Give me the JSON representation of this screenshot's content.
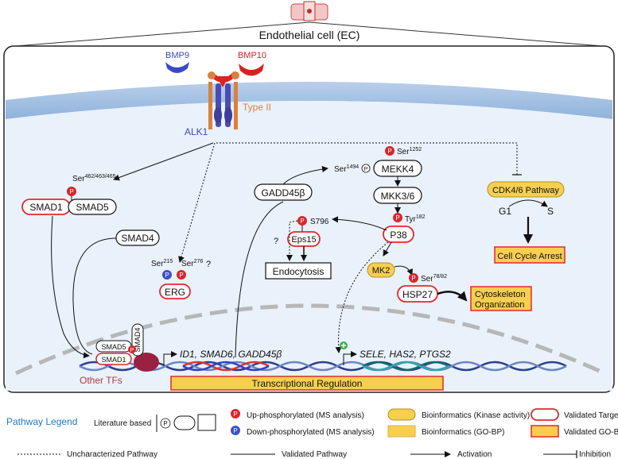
{
  "header": {
    "title": "Endothelial cell (EC)"
  },
  "membrane": {
    "ligand1": "BMP9",
    "ligand2": "BMP10",
    "receptor_type2": "Type II",
    "receptor_alk1": "ALK1"
  },
  "nodes": {
    "smad1": "SMAD1",
    "smad5": "SMAD5",
    "smad_site": "Ser",
    "smad_site_sup": "462/463/465",
    "smad4": "SMAD4",
    "erg": "ERG",
    "erg_site1": "Ser",
    "erg_site1_sup": "215",
    "erg_site2": "Ser",
    "erg_site2_sup": "276",
    "erg_q": "?",
    "gadd45b": "GADD45β",
    "mekk4": "MEKK4",
    "mekk4_site1": "Ser",
    "mekk4_site1_sup": "1252",
    "mekk4_site2": "Ser",
    "mekk4_site2_sup": "1494",
    "mkk36": "MKK3/6",
    "p38": "P38",
    "p38_site": "Tyr",
    "p38_site_sup": "182",
    "eps15": "Eps15",
    "eps15_site": "S796",
    "eps15_q": "?",
    "endocytosis": "Endocytosis",
    "mk2": "MK2",
    "hsp27": "HSP27",
    "hsp27_site": "Ser",
    "hsp27_site_sup": "78/82",
    "cytoskeleton_line1": "Cytoskeleton",
    "cytoskeleton_line2": "Organization",
    "cdk46": "CDK4/6 Pathway",
    "g1": "G1",
    "s": "S",
    "cell_cycle_arrest": "Cell Cycle Arrest"
  },
  "nucleus": {
    "complex_smad5": "SMAD5",
    "complex_smad1": "SMAD1",
    "complex_smad4": "SMAD4",
    "genes1": "ID1, SMAD6, GADD45β",
    "genes2": "SELE, HAS2, PTGS2",
    "other_tfs": "Other TFs",
    "transcriptional_regulation": "Transcriptional Regulation"
  },
  "legend": {
    "title": "Pathway Legend",
    "literature": "Literature based",
    "up": "Up-phosphorylated (MS analysis)",
    "down": "Down-phosphorylated (MS analysis)",
    "bio_kinase": "Bioinformatics (Kinase activity)",
    "bio_go": "Bioinformatics (GO-BP)",
    "validated_target": "Validated Target",
    "validated_go": "Validated GO-BP",
    "uncharacterized": "Uncharacterized Pathway",
    "validated_pathway": "Validated Pathway",
    "activation": "Activation",
    "inhibition": "Inhibition",
    "p_letter": "P"
  },
  "colors": {
    "membrane_blue": "#9cbbe0",
    "cytoplasm": "#e9f1fb",
    "phospho_red": "#d9262b",
    "phospho_blue": "#3a52c9",
    "bio_yellow": "#f7cf4f",
    "validated_red": "#e2282d",
    "legend_title": "#1f78c8"
  }
}
